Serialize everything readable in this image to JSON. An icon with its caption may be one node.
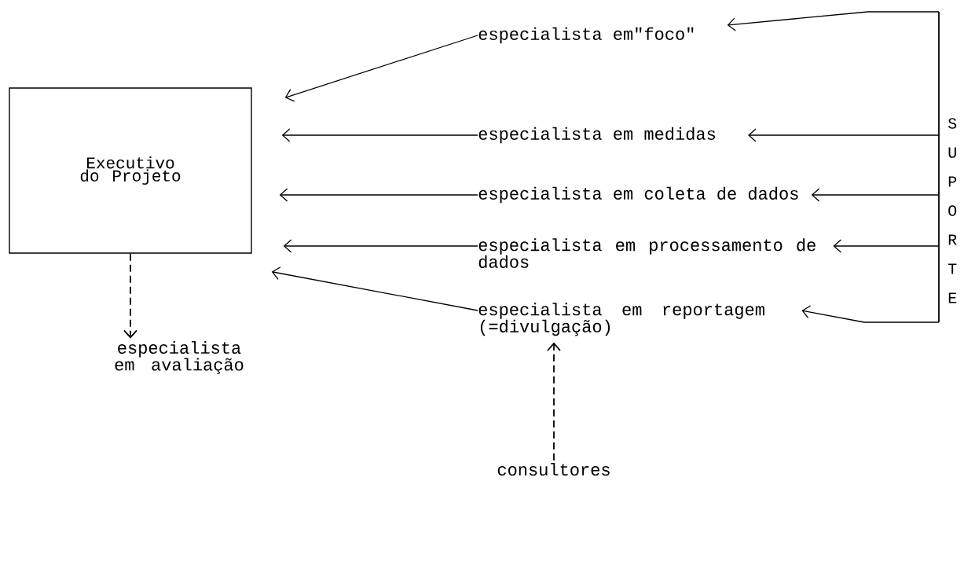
{
  "diagram": {
    "nodes": [
      {
        "text": [
          "Executivo do Projeto"
        ]
      },
      {
        "text": [
          "especialista em\"foco\""
        ]
      },
      {
        "text": [
          "especialista em medidas"
        ]
      },
      {
        "text": [
          "especialista em coleta de dados"
        ]
      },
      {
        "text": [
          "especialista em processamento de dados"
        ]
      },
      {
        "text": [
          "especialista em reportagem (=divulgação)"
        ]
      },
      {
        "text": [
          "especialista em avaliação"
        ]
      },
      {
        "text": [
          "consultores"
        ]
      },
      {
        "text": [
          "SUPORTE"
        ]
      }
    ],
    "edges": [
      {
        "from": 1,
        "to": 0,
        "arrow": "to"
      },
      {
        "from": 2,
        "to": 0,
        "arrow": "to"
      },
      {
        "from": 3,
        "to": 0,
        "arrow": "to"
      },
      {
        "from": 4,
        "to": 0,
        "arrow": "to"
      },
      {
        "from": 5,
        "to": 0,
        "arrow": "to"
      },
      {
        "from": 0,
        "to": 6,
        "arrow": "to",
        "style": "dashed"
      },
      {
        "from": 7,
        "to": 5,
        "arrow": "to",
        "style": "dashed"
      },
      {
        "from": 8,
        "to": 1,
        "arrow": "to"
      },
      {
        "from": 8,
        "to": 2,
        "arrow": "to"
      },
      {
        "from": 8,
        "to": 3,
        "arrow": "to"
      },
      {
        "from": 8,
        "to": 4,
        "arrow": "to"
      },
      {
        "from": 8,
        "to": 5,
        "arrow": "to"
      }
    ]
  }
}
